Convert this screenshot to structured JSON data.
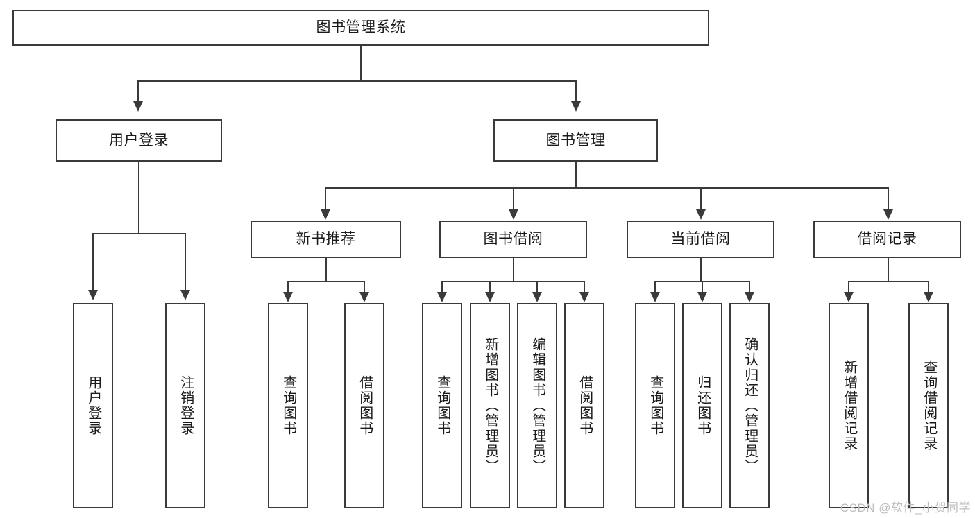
{
  "diagram": {
    "title": "图书管理系统",
    "type": "tree",
    "root": {
      "label": "图书管理系统"
    },
    "level2": [
      {
        "label": "用户登录"
      },
      {
        "label": "图书管理"
      }
    ],
    "level3": [
      {
        "label": "新书推荐"
      },
      {
        "label": "图书借阅"
      },
      {
        "label": "当前借阅"
      },
      {
        "label": "借阅记录"
      }
    ],
    "leaves": {
      "user_login": [
        {
          "label": "用户登录"
        },
        {
          "label": "注销登录"
        }
      ],
      "new_book": [
        {
          "label": "查询图书"
        },
        {
          "label": "借阅图书"
        }
      ],
      "book_borrow": [
        {
          "label": "查询图书"
        },
        {
          "label": "新增图书（管理员）"
        },
        {
          "label": "编辑图书（管理员）"
        },
        {
          "label": "借阅图书"
        }
      ],
      "current_borrow": [
        {
          "label": "查询图书"
        },
        {
          "label": "归还图书"
        },
        {
          "label": "确认归还（管理员）"
        }
      ],
      "borrow_record": [
        {
          "label": "新增借阅记录"
        },
        {
          "label": "查询借阅记录"
        }
      ]
    }
  },
  "watermark": {
    "text": "CSDN @软件_小贺同学"
  },
  "colors": {
    "stroke": "#3a3a3a",
    "fill": "#ffffff",
    "text": "#1a1a1a",
    "watermark": "#bdbdbd"
  }
}
